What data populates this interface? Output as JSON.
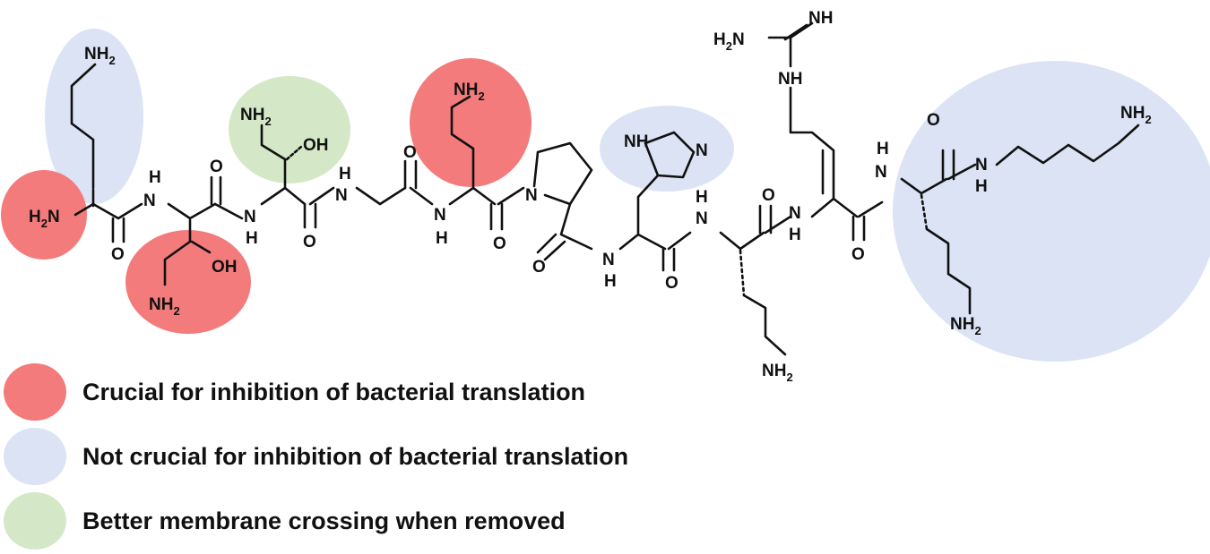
{
  "colors": {
    "crucial": "#f47b7b",
    "not_crucial": "#dbe3f4",
    "membrane": "#d4e8c8"
  },
  "atoms": {
    "nh2": "NH",
    "nh": "NH",
    "h2n": "H",
    "h": "H",
    "n": "N",
    "o": "O",
    "oh": "OH",
    "two": "2"
  },
  "legend": [
    {
      "label": "Crucial for inhibition of bacterial translation",
      "color": "#f47b7b"
    },
    {
      "label": "Not crucial for inhibition of bacterial translation",
      "color": "#dbe3f4"
    },
    {
      "label": "Better membrane crossing when removed",
      "color": "#d4e8c8"
    }
  ]
}
